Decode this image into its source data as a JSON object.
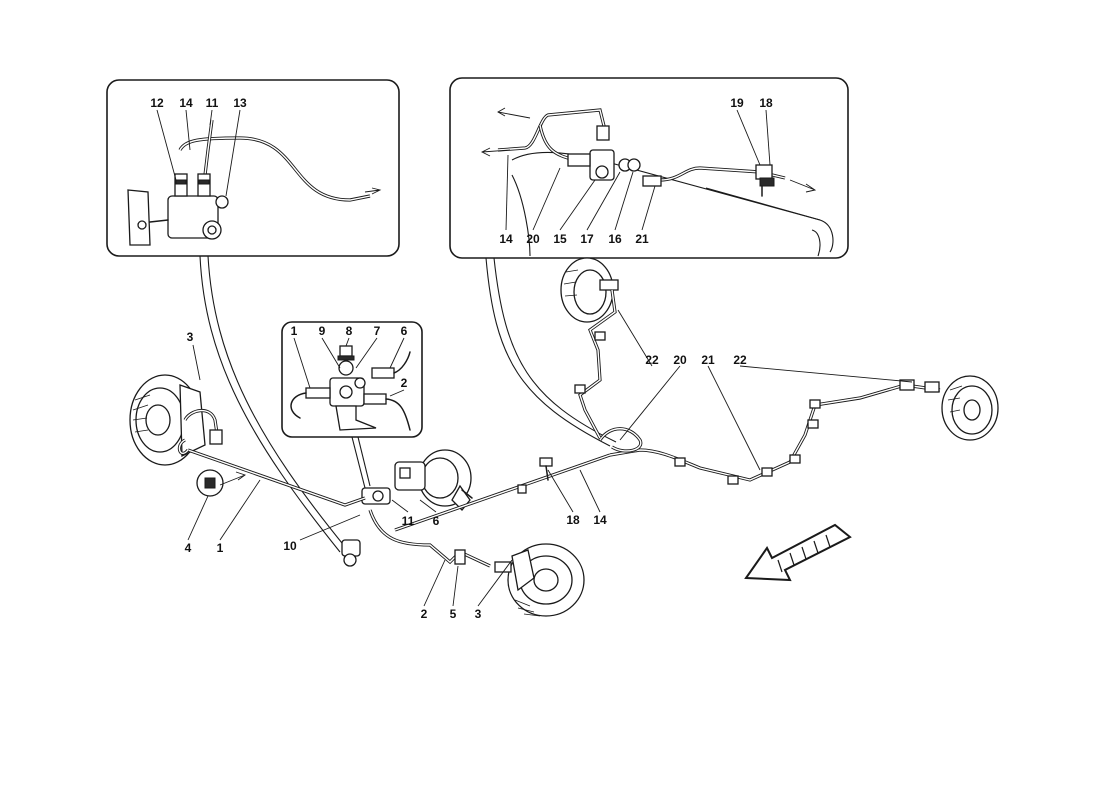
{
  "callouts": {
    "inset_left": [
      "12",
      "14",
      "11",
      "13"
    ],
    "inset_right_top": [
      "19",
      "18"
    ],
    "inset_right_bottom": [
      "14",
      "20",
      "15",
      "17",
      "16",
      "21"
    ],
    "inset_center": [
      "1",
      "9",
      "8",
      "7",
      "6",
      "2"
    ],
    "main": [
      "3",
      "4",
      "1",
      "10",
      "11",
      "6",
      "18",
      "14",
      "2",
      "5",
      "3",
      "22",
      "20",
      "21",
      "22"
    ]
  },
  "colors": {
    "ink": "#1a1a1a",
    "background": "#ffffff"
  }
}
